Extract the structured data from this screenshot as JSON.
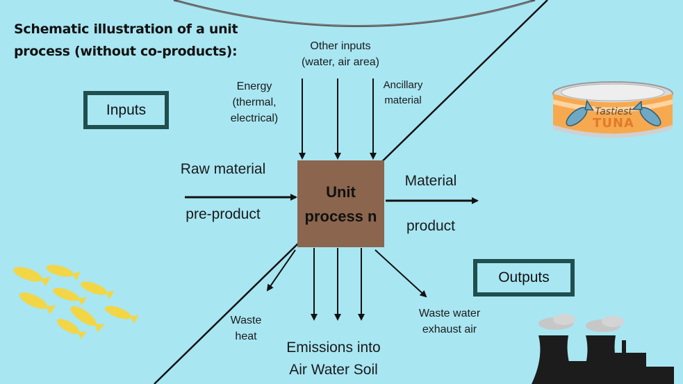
{
  "title": "Schematic illustration of a unit process (without co-products):",
  "labels": {
    "inputs": "Inputs",
    "outputs": "Outputs",
    "unit_line1": "Unit",
    "unit_line2": "process n",
    "other_inputs_1": "Other inputs",
    "other_inputs_2": "(water, air area)",
    "energy_1": "Energy",
    "energy_2": "(thermal,",
    "energy_3": "electrical)",
    "ancillary_1": "Ancillary",
    "ancillary_2": "material",
    "raw_material": "Raw material",
    "pre_product": "pre-product",
    "material": "Material",
    "product": "product",
    "waste_heat_1": "Waste",
    "waste_heat_2": "heat",
    "emissions_1": "Emissions into",
    "emissions_2": "Air Water Soil",
    "waste_water_1": "Waste water",
    "waste_water_2": "exhaust air"
  },
  "tuna_can": {
    "brand_1": "Tastiest",
    "brand_2": "TUNA"
  },
  "colors": {
    "background": "#a8e6f2",
    "unit_box": "#8b654d",
    "label_border": "#1f4f4f",
    "fish": "#f2d646",
    "factory": "#1c1c1c",
    "smoke": "#c7c7c7",
    "can_label": "#f7a94f"
  }
}
